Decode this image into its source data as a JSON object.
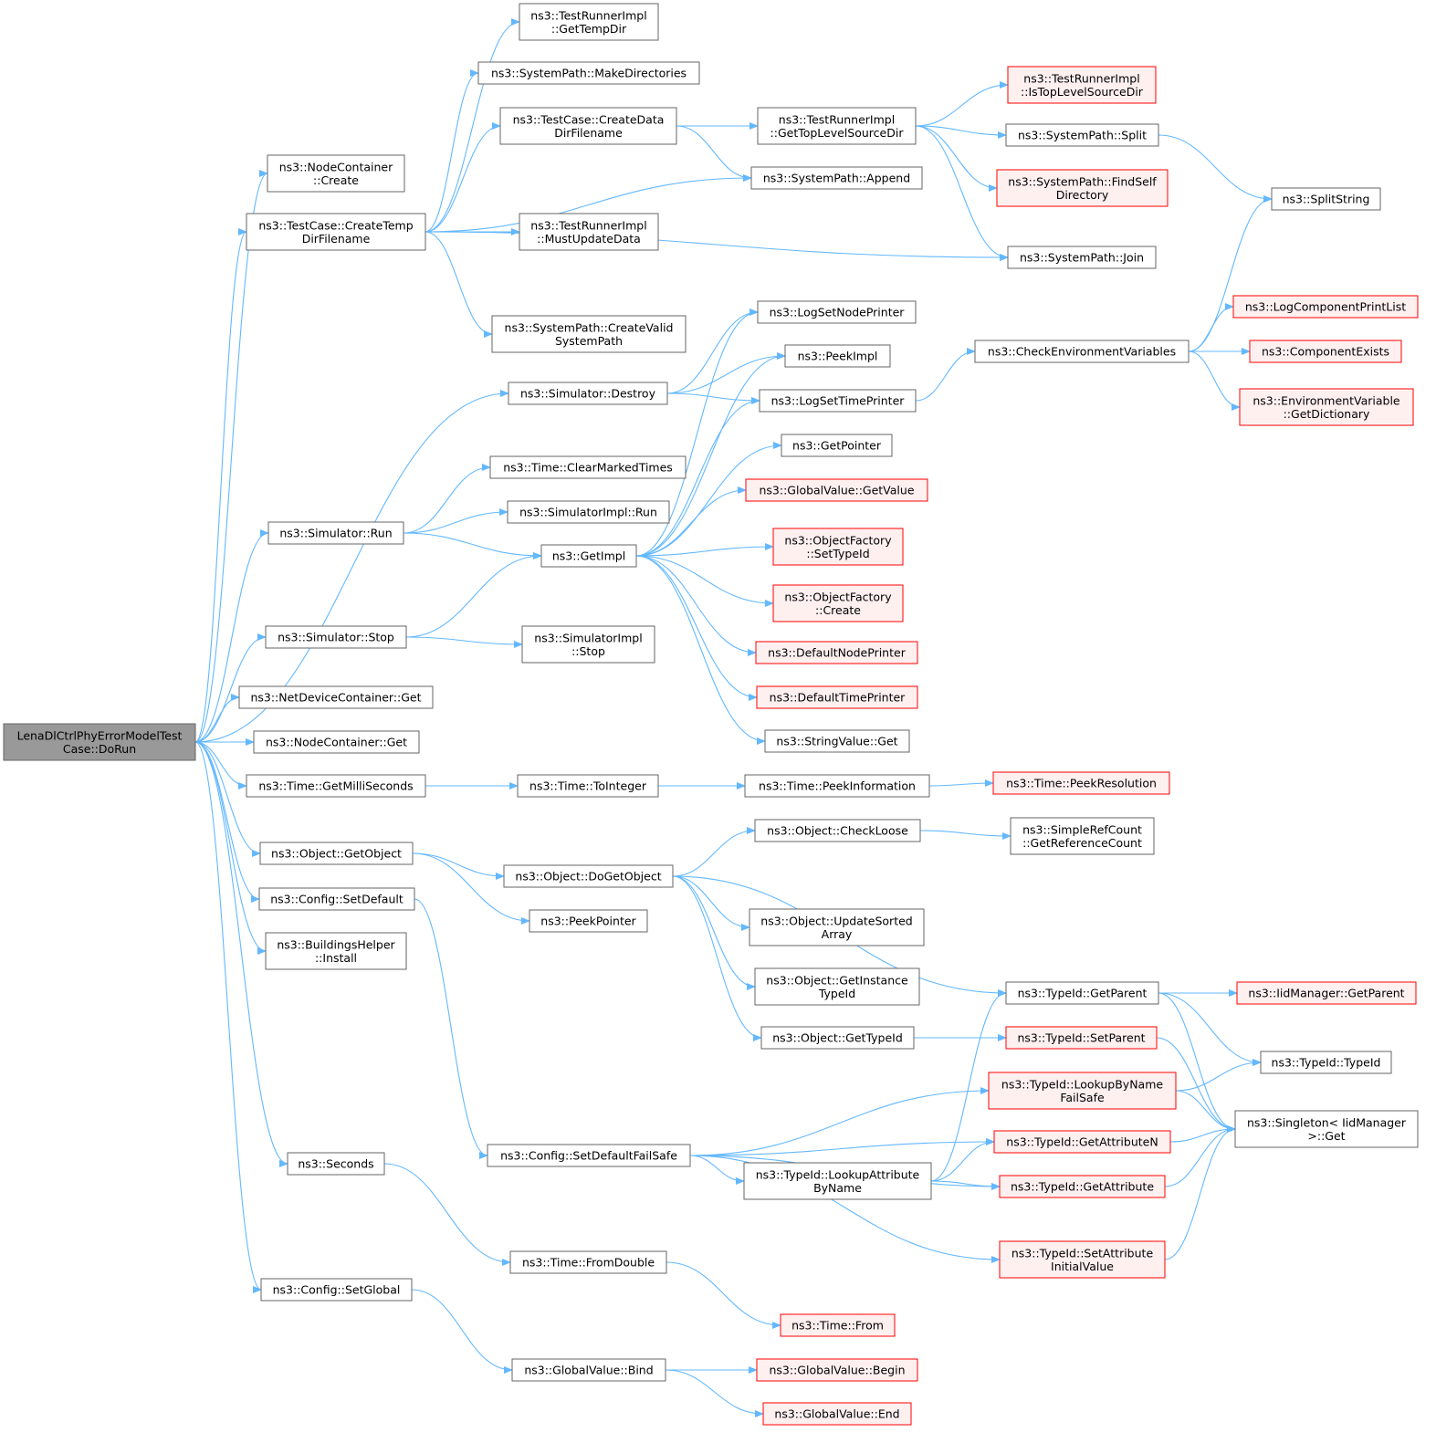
{
  "diagram_type": "call-graph",
  "colors": {
    "edge": "#63b8ff",
    "node_fill": "#ffffff",
    "node_border": "#666666",
    "root_fill": "#999999",
    "root_border": "#666666",
    "external_fill": "#fff0f0",
    "external_border": "#ff0000",
    "text": "#000000"
  },
  "nodes": [
    {
      "id": "root",
      "lines": [
        "LenaDlCtrlPhyErrorModelTest",
        "Case::DoRun"
      ],
      "kind": "root"
    },
    {
      "id": "tr_gettempdir",
      "lines": [
        "ns3::TestRunnerImpl",
        "::GetTempDir"
      ],
      "kind": "normal"
    },
    {
      "id": "sp_makedirs",
      "lines": [
        "ns3::SystemPath::MakeDirectories"
      ],
      "kind": "normal"
    },
    {
      "id": "nc_create",
      "lines": [
        "ns3::NodeContainer",
        "::Create"
      ],
      "kind": "normal"
    },
    {
      "id": "tc_createdata",
      "lines": [
        "ns3::TestCase::CreateData",
        "DirFilename"
      ],
      "kind": "normal"
    },
    {
      "id": "tr_gettoplevel",
      "lines": [
        "ns3::TestRunnerImpl",
        "::GetTopLevelSourceDir"
      ],
      "kind": "normal"
    },
    {
      "id": "tr_istoplevel",
      "lines": [
        "ns3::TestRunnerImpl",
        "::IsTopLevelSourceDir"
      ],
      "kind": "external"
    },
    {
      "id": "sp_split",
      "lines": [
        "ns3::SystemPath::Split"
      ],
      "kind": "normal"
    },
    {
      "id": "sp_findself",
      "lines": [
        "ns3::SystemPath::FindSelf",
        "Directory"
      ],
      "kind": "external"
    },
    {
      "id": "splitstring",
      "lines": [
        "ns3::SplitString"
      ],
      "kind": "normal"
    },
    {
      "id": "sp_append",
      "lines": [
        "ns3::SystemPath::Append"
      ],
      "kind": "normal"
    },
    {
      "id": "tc_createtemp",
      "lines": [
        "ns3::TestCase::CreateTemp",
        "DirFilename"
      ],
      "kind": "normal"
    },
    {
      "id": "tr_mustupdate",
      "lines": [
        "ns3::TestRunnerImpl",
        "::MustUpdateData"
      ],
      "kind": "normal"
    },
    {
      "id": "sp_join",
      "lines": [
        "ns3::SystemPath::Join"
      ],
      "kind": "normal"
    },
    {
      "id": "sp_createvalid",
      "lines": [
        "ns3::SystemPath::CreateValid",
        "SystemPath"
      ],
      "kind": "normal"
    },
    {
      "id": "logsetnodeprinter",
      "lines": [
        "ns3::LogSetNodePrinter"
      ],
      "kind": "normal"
    },
    {
      "id": "logcomponentprintlist",
      "lines": [
        "ns3::LogComponentPrintList"
      ],
      "kind": "external"
    },
    {
      "id": "checkenv",
      "lines": [
        "ns3::CheckEnvironmentVariables"
      ],
      "kind": "normal"
    },
    {
      "id": "componentexists",
      "lines": [
        "ns3::ComponentExists"
      ],
      "kind": "external"
    },
    {
      "id": "peekimpl",
      "lines": [
        "ns3::PeekImpl"
      ],
      "kind": "normal"
    },
    {
      "id": "sim_destroy",
      "lines": [
        "ns3::Simulator::Destroy"
      ],
      "kind": "normal"
    },
    {
      "id": "logsettimeprinter",
      "lines": [
        "ns3::LogSetTimePrinter"
      ],
      "kind": "normal"
    },
    {
      "id": "envvar_getdict",
      "lines": [
        "ns3::EnvironmentVariable",
        "::GetDictionary"
      ],
      "kind": "external"
    },
    {
      "id": "getpointer",
      "lines": [
        "ns3::GetPointer"
      ],
      "kind": "normal"
    },
    {
      "id": "time_clearmarked",
      "lines": [
        "ns3::Time::ClearMarkedTimes"
      ],
      "kind": "normal"
    },
    {
      "id": "gv_getvalue",
      "lines": [
        "ns3::GlobalValue::GetValue"
      ],
      "kind": "external"
    },
    {
      "id": "simimpl_run",
      "lines": [
        "ns3::SimulatorImpl::Run"
      ],
      "kind": "normal"
    },
    {
      "id": "sim_run",
      "lines": [
        "ns3::Simulator::Run"
      ],
      "kind": "normal"
    },
    {
      "id": "of_settypeid",
      "lines": [
        "ns3::ObjectFactory",
        "::SetTypeId"
      ],
      "kind": "external"
    },
    {
      "id": "getimpl",
      "lines": [
        "ns3::GetImpl"
      ],
      "kind": "normal"
    },
    {
      "id": "of_create",
      "lines": [
        "ns3::ObjectFactory",
        "::Create"
      ],
      "kind": "external"
    },
    {
      "id": "sim_stop",
      "lines": [
        "ns3::Simulator::Stop"
      ],
      "kind": "normal"
    },
    {
      "id": "simimpl_stop",
      "lines": [
        "ns3::SimulatorImpl",
        "::Stop"
      ],
      "kind": "normal"
    },
    {
      "id": "defaultnodeprinter",
      "lines": [
        "ns3::DefaultNodePrinter"
      ],
      "kind": "external"
    },
    {
      "id": "defaulttimeprinter",
      "lines": [
        "ns3::DefaultTimePrinter"
      ],
      "kind": "external"
    },
    {
      "id": "ndc_get",
      "lines": [
        "ns3::NetDeviceContainer::Get"
      ],
      "kind": "normal"
    },
    {
      "id": "nc_get",
      "lines": [
        "ns3::NodeContainer::Get"
      ],
      "kind": "normal"
    },
    {
      "id": "stringvalue_get",
      "lines": [
        "ns3::StringValue::Get"
      ],
      "kind": "normal"
    },
    {
      "id": "time_getms",
      "lines": [
        "ns3::Time::GetMilliSeconds"
      ],
      "kind": "normal"
    },
    {
      "id": "time_tointeger",
      "lines": [
        "ns3::Time::ToInteger"
      ],
      "kind": "normal"
    },
    {
      "id": "time_peekinfo",
      "lines": [
        "ns3::Time::PeekInformation"
      ],
      "kind": "normal"
    },
    {
      "id": "time_peekres",
      "lines": [
        "ns3::Time::PeekResolution"
      ],
      "kind": "external"
    },
    {
      "id": "obj_checkloose",
      "lines": [
        "ns3::Object::CheckLoose"
      ],
      "kind": "normal"
    },
    {
      "id": "srefcount_getref",
      "lines": [
        "ns3::SimpleRefCount",
        "::GetReferenceCount"
      ],
      "kind": "normal"
    },
    {
      "id": "obj_getobject",
      "lines": [
        "ns3::Object::GetObject"
      ],
      "kind": "normal"
    },
    {
      "id": "obj_dogetobject",
      "lines": [
        "ns3::Object::DoGetObject"
      ],
      "kind": "normal"
    },
    {
      "id": "cfg_setdefault",
      "lines": [
        "ns3::Config::SetDefault"
      ],
      "kind": "normal"
    },
    {
      "id": "peekpointer",
      "lines": [
        "ns3::PeekPointer"
      ],
      "kind": "normal"
    },
    {
      "id": "obj_updatesorted",
      "lines": [
        "ns3::Object::UpdateSorted",
        "Array"
      ],
      "kind": "normal"
    },
    {
      "id": "bh_install",
      "lines": [
        "ns3::BuildingsHelper",
        "::Install"
      ],
      "kind": "normal"
    },
    {
      "id": "obj_getinstancetypeid",
      "lines": [
        "ns3::Object::GetInstance",
        "TypeId"
      ],
      "kind": "normal"
    },
    {
      "id": "tid_getparent",
      "lines": [
        "ns3::TypeId::GetParent"
      ],
      "kind": "normal"
    },
    {
      "id": "iid_getparent",
      "lines": [
        "ns3::IidManager::GetParent"
      ],
      "kind": "external"
    },
    {
      "id": "obj_gettypeid",
      "lines": [
        "ns3::Object::GetTypeId"
      ],
      "kind": "normal"
    },
    {
      "id": "tid_setparent",
      "lines": [
        "ns3::TypeId::SetParent"
      ],
      "kind": "external"
    },
    {
      "id": "tid_typeid",
      "lines": [
        "ns3::TypeId::TypeId"
      ],
      "kind": "normal"
    },
    {
      "id": "tid_lookupbyname",
      "lines": [
        "ns3::TypeId::LookupByName",
        "FailSafe"
      ],
      "kind": "external"
    },
    {
      "id": "singleton_get",
      "lines": [
        "ns3::Singleton< IidManager",
        " >::Get"
      ],
      "kind": "normal"
    },
    {
      "id": "cfg_setdefaultfailsafe",
      "lines": [
        "ns3::Config::SetDefaultFailSafe"
      ],
      "kind": "normal"
    },
    {
      "id": "tid_getattributen",
      "lines": [
        "ns3::TypeId::GetAttributeN"
      ],
      "kind": "external"
    },
    {
      "id": "seconds",
      "lines": [
        "ns3::Seconds"
      ],
      "kind": "normal"
    },
    {
      "id": "tid_lookupattr",
      "lines": [
        "ns3::TypeId::LookupAttribute",
        "ByName"
      ],
      "kind": "normal"
    },
    {
      "id": "tid_getattribute",
      "lines": [
        "ns3::TypeId::GetAttribute"
      ],
      "kind": "external"
    },
    {
      "id": "tid_setattrinit",
      "lines": [
        "ns3::TypeId::SetAttribute",
        "InitialValue"
      ],
      "kind": "external"
    },
    {
      "id": "time_fromdouble",
      "lines": [
        "ns3::Time::FromDouble"
      ],
      "kind": "normal"
    },
    {
      "id": "cfg_setglobal",
      "lines": [
        "ns3::Config::SetGlobal"
      ],
      "kind": "normal"
    },
    {
      "id": "time_from",
      "lines": [
        "ns3::Time::From"
      ],
      "kind": "external"
    },
    {
      "id": "gv_bind",
      "lines": [
        "ns3::GlobalValue::Bind"
      ],
      "kind": "normal"
    },
    {
      "id": "gv_begin",
      "lines": [
        "ns3::GlobalValue::Begin"
      ],
      "kind": "external"
    },
    {
      "id": "gv_end",
      "lines": [
        "ns3::GlobalValue::End"
      ],
      "kind": "external"
    }
  ],
  "edges": [
    [
      "root",
      "nc_create"
    ],
    [
      "root",
      "tc_createtemp"
    ],
    [
      "root",
      "sim_destroy"
    ],
    [
      "root",
      "sim_run"
    ],
    [
      "root",
      "sim_stop"
    ],
    [
      "root",
      "ndc_get"
    ],
    [
      "root",
      "nc_get"
    ],
    [
      "root",
      "time_getms"
    ],
    [
      "root",
      "obj_getobject"
    ],
    [
      "root",
      "cfg_setdefault"
    ],
    [
      "root",
      "bh_install"
    ],
    [
      "root",
      "seconds"
    ],
    [
      "root",
      "cfg_setglobal"
    ],
    [
      "tc_createtemp",
      "tr_gettempdir"
    ],
    [
      "tc_createtemp",
      "sp_makedirs"
    ],
    [
      "tc_createtemp",
      "tc_createdata"
    ],
    [
      "tc_createtemp",
      "sp_append"
    ],
    [
      "tc_createtemp",
      "tr_mustupdate"
    ],
    [
      "tc_createtemp",
      "sp_join"
    ],
    [
      "tc_createtemp",
      "sp_createvalid"
    ],
    [
      "tc_createdata",
      "tr_gettoplevel"
    ],
    [
      "tc_createdata",
      "sp_append"
    ],
    [
      "tr_gettoplevel",
      "tr_istoplevel"
    ],
    [
      "tr_gettoplevel",
      "sp_split"
    ],
    [
      "tr_gettoplevel",
      "sp_findself"
    ],
    [
      "tr_gettoplevel",
      "sp_join"
    ],
    [
      "sp_split",
      "splitstring"
    ],
    [
      "sim_destroy",
      "logsetnodeprinter"
    ],
    [
      "sim_destroy",
      "peekimpl"
    ],
    [
      "sim_destroy",
      "logsettimeprinter"
    ],
    [
      "logsettimeprinter",
      "checkenv"
    ],
    [
      "checkenv",
      "splitstring"
    ],
    [
      "checkenv",
      "logcomponentprintlist"
    ],
    [
      "checkenv",
      "componentexists"
    ],
    [
      "checkenv",
      "envvar_getdict"
    ],
    [
      "sim_run",
      "time_clearmarked"
    ],
    [
      "sim_run",
      "simimpl_run"
    ],
    [
      "sim_run",
      "getimpl"
    ],
    [
      "sim_stop",
      "getimpl"
    ],
    [
      "sim_stop",
      "simimpl_stop"
    ],
    [
      "getimpl",
      "logsetnodeprinter"
    ],
    [
      "getimpl",
      "peekimpl"
    ],
    [
      "getimpl",
      "logsettimeprinter"
    ],
    [
      "getimpl",
      "getpointer"
    ],
    [
      "getimpl",
      "gv_getvalue"
    ],
    [
      "getimpl",
      "of_settypeid"
    ],
    [
      "getimpl",
      "of_create"
    ],
    [
      "getimpl",
      "defaultnodeprinter"
    ],
    [
      "getimpl",
      "defaulttimeprinter"
    ],
    [
      "getimpl",
      "stringvalue_get"
    ],
    [
      "time_getms",
      "time_tointeger"
    ],
    [
      "time_tointeger",
      "time_peekinfo"
    ],
    [
      "time_peekinfo",
      "time_peekres"
    ],
    [
      "obj_getobject",
      "obj_dogetobject"
    ],
    [
      "obj_getobject",
      "peekpointer"
    ],
    [
      "obj_dogetobject",
      "obj_checkloose"
    ],
    [
      "obj_dogetobject",
      "obj_updatesorted"
    ],
    [
      "obj_dogetobject",
      "obj_getinstancetypeid"
    ],
    [
      "obj_dogetobject",
      "obj_gettypeid"
    ],
    [
      "obj_dogetobject",
      "tid_getparent"
    ],
    [
      "obj_checkloose",
      "srefcount_getref"
    ],
    [
      "obj_gettypeid",
      "tid_setparent"
    ],
    [
      "tid_getparent",
      "iid_getparent"
    ],
    [
      "tid_getparent",
      "tid_typeid"
    ],
    [
      "tid_getparent",
      "singleton_get"
    ],
    [
      "tid_setparent",
      "singleton_get"
    ],
    [
      "tid_lookupbyname",
      "tid_typeid"
    ],
    [
      "tid_lookupbyname",
      "singleton_get"
    ],
    [
      "tid_getattributen",
      "singleton_get"
    ],
    [
      "tid_getattribute",
      "singleton_get"
    ],
    [
      "tid_setattrinit",
      "singleton_get"
    ],
    [
      "cfg_setdefault",
      "cfg_setdefaultfailsafe"
    ],
    [
      "cfg_setdefaultfailsafe",
      "tid_lookupbyname"
    ],
    [
      "cfg_setdefaultfailsafe",
      "tid_getattributen"
    ],
    [
      "cfg_setdefaultfailsafe",
      "tid_lookupattr"
    ],
    [
      "cfg_setdefaultfailsafe",
      "tid_getattribute"
    ],
    [
      "cfg_setdefaultfailsafe",
      "tid_setattrinit"
    ],
    [
      "tid_lookupattr",
      "tid_getparent"
    ],
    [
      "tid_lookupattr",
      "tid_getattributen"
    ],
    [
      "tid_lookupattr",
      "tid_getattribute"
    ],
    [
      "seconds",
      "time_fromdouble"
    ],
    [
      "time_fromdouble",
      "time_from"
    ],
    [
      "cfg_setglobal",
      "gv_bind"
    ],
    [
      "gv_bind",
      "gv_begin"
    ],
    [
      "gv_bind",
      "gv_end"
    ]
  ]
}
